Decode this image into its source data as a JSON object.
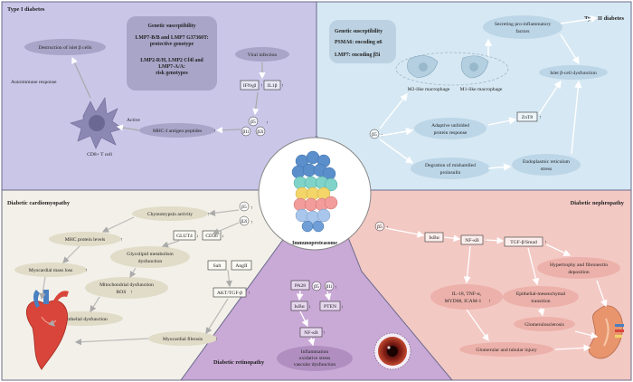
{
  "panels": {
    "t1d": {
      "title": "Type I diabetes",
      "genetic": {
        "title": "Genetic susceptibility",
        "line1": "LMP7-B/B and LMP7 G37360T:",
        "line2": "protective genotype",
        "line3": "LMP2-R/H, LMP2 Cf4l and",
        "line4": "LMP7-A/A:",
        "line5": "risk genotypes"
      },
      "viral": "Viral infection",
      "ifn": "IFNγβ",
      "il1": "IL1β",
      "destruction": "Destruction of islet β cells",
      "autoimmune": "Autoimmune response",
      "active": "Active",
      "mhc": "MHC-I antigen peptides",
      "cd8": "CD8+ T cell"
    },
    "t2d": {
      "title": "Type II diabetes",
      "genetic": {
        "title": "Genetic susceptibility",
        "line1": "PSMA6: encoding α6",
        "line2": "LMP7: encoding β5i"
      },
      "secreting_l1": "Secreting pro-inflammatory",
      "secreting_l2": "factors",
      "m2": "M2-like macrophage",
      "m1": "M1-like macrophage",
      "islet": "Islet β-cell dysfunction",
      "adaptive_l1": "Adaptive unfolded",
      "adaptive_l2": "protein response",
      "znt8": "ZnT8",
      "degration_l1": "Degration of mishamlled",
      "degration_l2": "proinsulin",
      "er_l1": "Endoplasmic reticulum",
      "er_l2": "stress"
    },
    "center": {
      "label": "Immunoproteasome"
    },
    "cardio": {
      "title": "Diabetic cardiomyopathy",
      "chymo": "Chymotrypsin activity",
      "mhc": "MHC protein levels",
      "glut4": "GLUT4",
      "cd36": "CD36",
      "glyco_l1": "Glycolipid metabolism",
      "glyco_l2": "dysfunction",
      "mass": "Myocardial mass loss",
      "mito_l1": "Mitochondrial dysfunction",
      "mito_l2": "ROS",
      "salt": "Salt",
      "angii": "AngII",
      "akt": "AKT/TGF-β",
      "endo": "Endothelial dysfunction",
      "fibrosis": "Myocardial fibrosis"
    },
    "retino": {
      "title": "Diabetic retinopathy",
      "pa28": "PA28",
      "ikba": "IκBα",
      "pten": "PTEN",
      "nfkb": "NF-κB",
      "out_l1": "Inflammation",
      "out_l2": "oxidative stress",
      "out_l3": "vascular dysfunction"
    },
    "nephro": {
      "title": "Diabetic nephropathy",
      "ikba": "IκBα",
      "nfkb": "NF-κB",
      "tgf": "TGF-β/Smad",
      "hyper_l1": "Hypertrophy and fibronectin",
      "hyper_l2": "deposition",
      "il18_l1": "IL-18, TNF-α,",
      "il18_l2": "MYD88, ICAM-1",
      "emt_l1": "Epithelial-mesenchymal",
      "emt_l2": "transition",
      "glomerulo": "Glomerulosclerosis",
      "injury": "Glomerular and tubular injury"
    }
  },
  "subunits": {
    "b5i": "β5",
    "b1i": "β1i",
    "b2i": "β2i"
  },
  "colors": {
    "t1d_bg": "#c9c6e8",
    "t2d_bg": "#d6e8f3",
    "cardio_bg": "#f2f0e8",
    "retino_bg": "#c9a9d6",
    "nephro_bg": "#f3c9c4",
    "arrow": "#b0b0b0"
  }
}
